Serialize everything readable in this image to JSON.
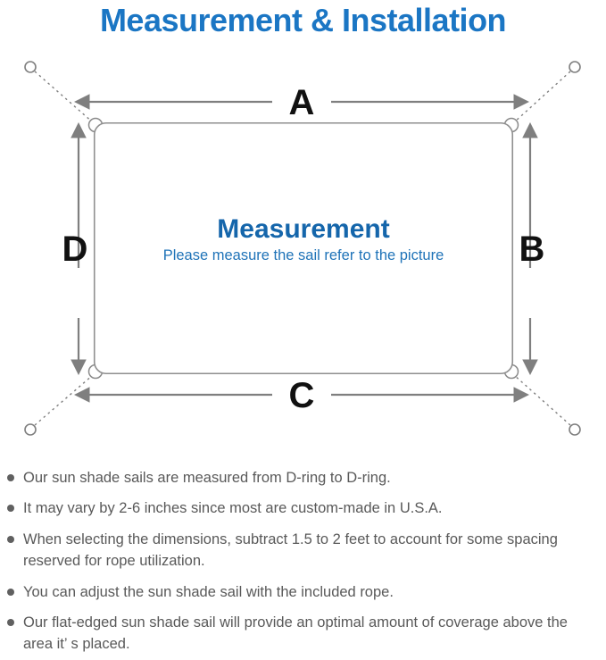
{
  "title": "Measurement & Installation",
  "diagram": {
    "labels": {
      "top": "A",
      "right": "B",
      "bottom": "C",
      "left": "D"
    },
    "center_heading": "Measurement",
    "center_subtext": "Please measure the sail refer to the picture",
    "colors": {
      "title_blue": "#1b76c4",
      "heading_blue": "#1566ab",
      "subtext_blue": "#1f73b8",
      "line_gray": "#7f7f7f",
      "note_gray": "#595959",
      "label_black": "#111111"
    }
  },
  "notes": {
    "items": [
      "Our sun shade sails are measured from D-ring to D-ring.",
      "It may vary by 2-6 inches since most are custom-made in U.S.A.",
      "When selecting the dimensions, subtract 1.5 to 2 feet to account for some spacing reserved for rope utilization.",
      "You can adjust the sun shade sail with the included rope.",
      "Our flat-edged sun shade sail will provide an optimal amount of coverage above the area it’ s placed."
    ]
  }
}
